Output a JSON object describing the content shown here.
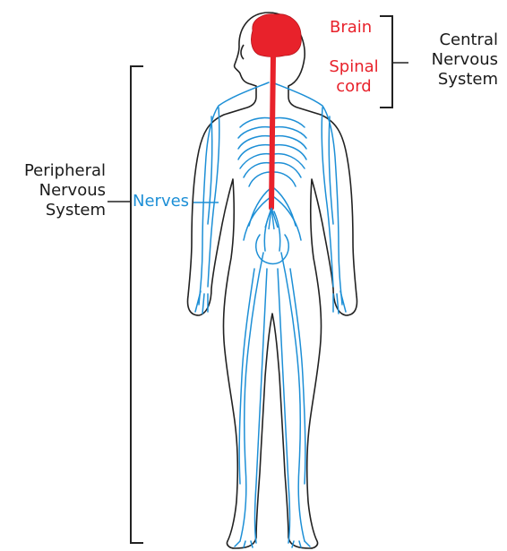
{
  "labels": {
    "brain": "Brain",
    "spinal_cord": [
      "Spinal",
      "cord"
    ],
    "cns": [
      "Central",
      "Nervous",
      "System"
    ],
    "pns": [
      "Peripheral",
      "Nervous",
      "System"
    ],
    "nerves": "Nerves"
  },
  "colors": {
    "brain": "#e8222b",
    "spinal_cord": "#e8222b",
    "nerves": "#1d8fd6",
    "body_outline": "#222222",
    "bracket": "#222222"
  }
}
